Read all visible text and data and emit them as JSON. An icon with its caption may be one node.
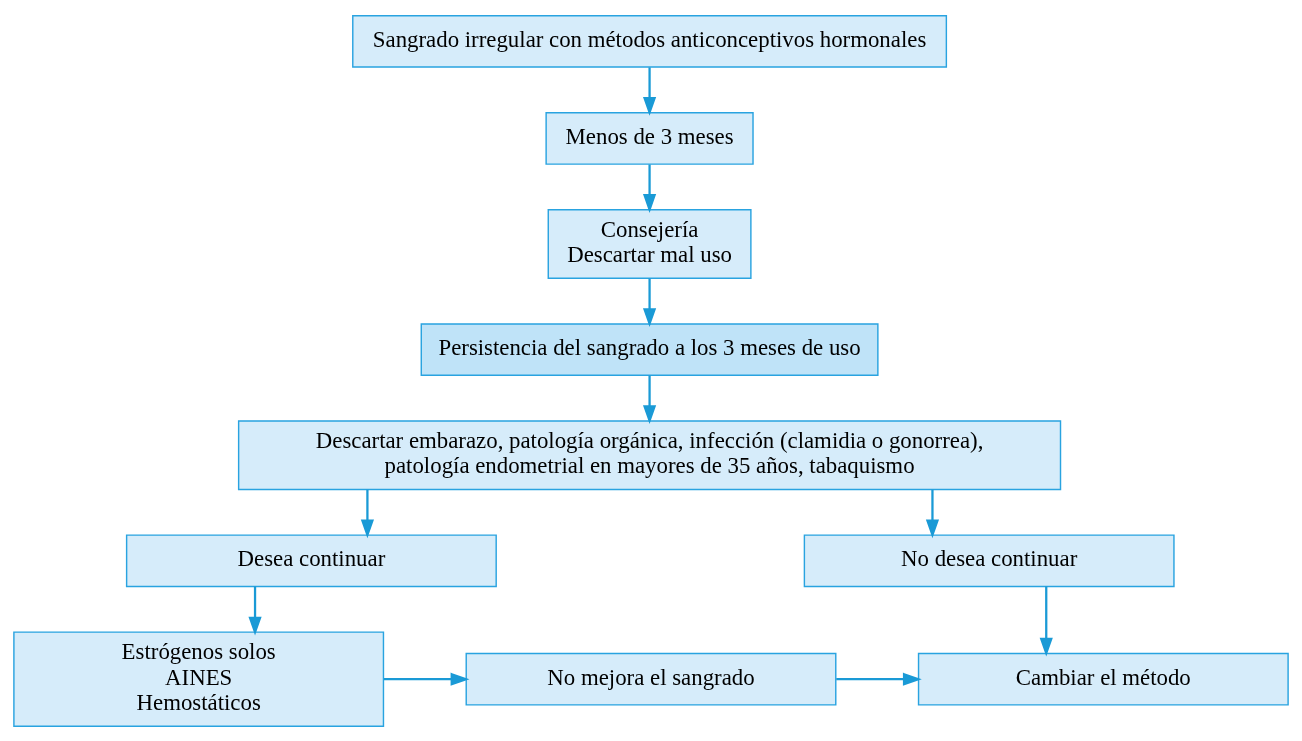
{
  "diagram": {
    "nodes": [
      {
        "text": [
          "Sangrado irregular con métodos anticonceptivos hormonales"
        ]
      },
      {
        "text": [
          "Menos de 3 meses"
        ]
      },
      {
        "text": [
          "Consejería",
          "Descartar mal uso"
        ]
      },
      {
        "text": [
          "Persistencia del sangrado a los 3 meses de uso"
        ]
      },
      {
        "text": [
          "Descartar embarazo, patología orgánica, infección (clamidia o gonorrea), patología endometrial en mayores de 35 años, tabaquismo"
        ]
      },
      {
        "text": [
          "Desea continuar"
        ]
      },
      {
        "text": [
          "No desea continuar"
        ]
      },
      {
        "text": [
          "Estrógenos solos",
          "AINES",
          "Hemostáticos"
        ]
      },
      {
        "text": [
          "No mejora el sangrado"
        ]
      },
      {
        "text": [
          "Cambiar el método"
        ]
      }
    ],
    "edges": [
      {
        "from": 0,
        "to": 1,
        "arrow": "to"
      },
      {
        "from": 1,
        "to": 2,
        "arrow": "to"
      },
      {
        "from": 2,
        "to": 3,
        "arrow": "to"
      },
      {
        "from": 3,
        "to": 4,
        "arrow": "to"
      },
      {
        "from": 4,
        "to": 5,
        "arrow": "to"
      },
      {
        "from": 4,
        "to": 6,
        "arrow": "to"
      },
      {
        "from": 5,
        "to": 7,
        "arrow": "to"
      },
      {
        "from": 7,
        "to": 8,
        "arrow": "to"
      },
      {
        "from": 8,
        "to": 9,
        "arrow": "to"
      },
      {
        "from": 6,
        "to": 9,
        "arrow": "to"
      }
    ]
  }
}
